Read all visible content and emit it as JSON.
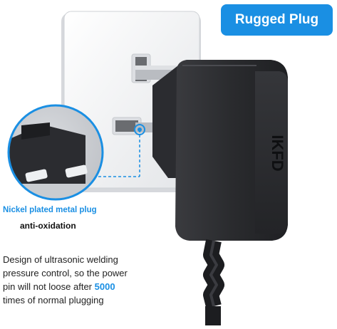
{
  "badge": {
    "label": "Rugged Plug"
  },
  "brand_mark": "IKFD",
  "feature": {
    "title": "Nickel plated metal plug",
    "subtitle": "anti-oxidation"
  },
  "description": {
    "line1": "Design of ultrasonic welding",
    "line2": "pressure control, so the power",
    "line3_prefix": "pin will not loose after ",
    "line3_highlight": "5000",
    "line4": "times of normal plugging"
  },
  "colors": {
    "accent": "#1a8fe3",
    "adapter_body": "#2a2b2e",
    "socket_plate": "#f4f5f7"
  }
}
